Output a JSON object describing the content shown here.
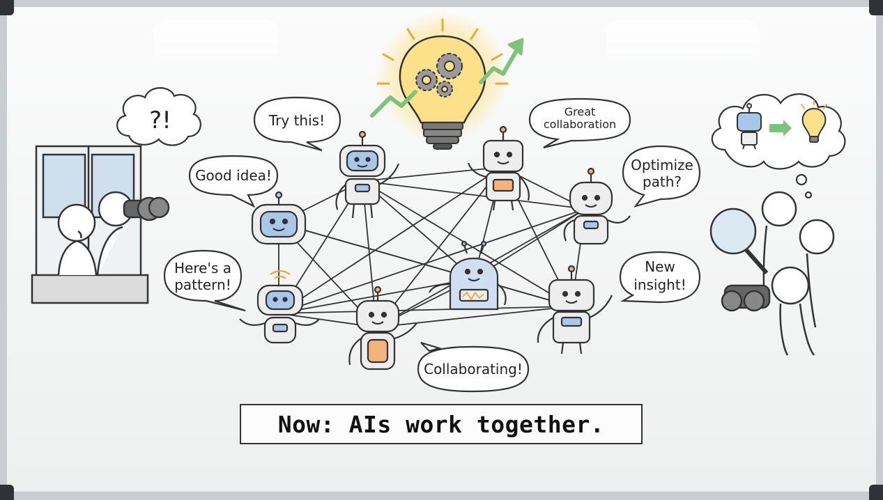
{
  "bubbles": {
    "puzzled": "?!",
    "try_this": "Try this!",
    "good_idea": "Good idea!",
    "great_collab_line1": "Great",
    "great_collab_line2": "collaboration",
    "optimize_line1": "Optimize",
    "optimize_line2": "path?",
    "pattern_line1": "Here's a",
    "pattern_line2": "pattern!",
    "new_insight_line1": "New",
    "new_insight_line2": "insight!",
    "collaborating": "Collaborating!"
  },
  "caption": "Now: AIs work together.",
  "icons": {
    "central": "lightbulb-gears-icon",
    "growth": "up-trend-arrow-icon",
    "thought_right": "robot-to-idea-icon"
  },
  "colors": {
    "robot_screen": "#a9c7e8",
    "robot_chest_orange": "#f5b27a",
    "bulb_glow": "#fde9a8",
    "arrow_green": "#7cc47a"
  }
}
